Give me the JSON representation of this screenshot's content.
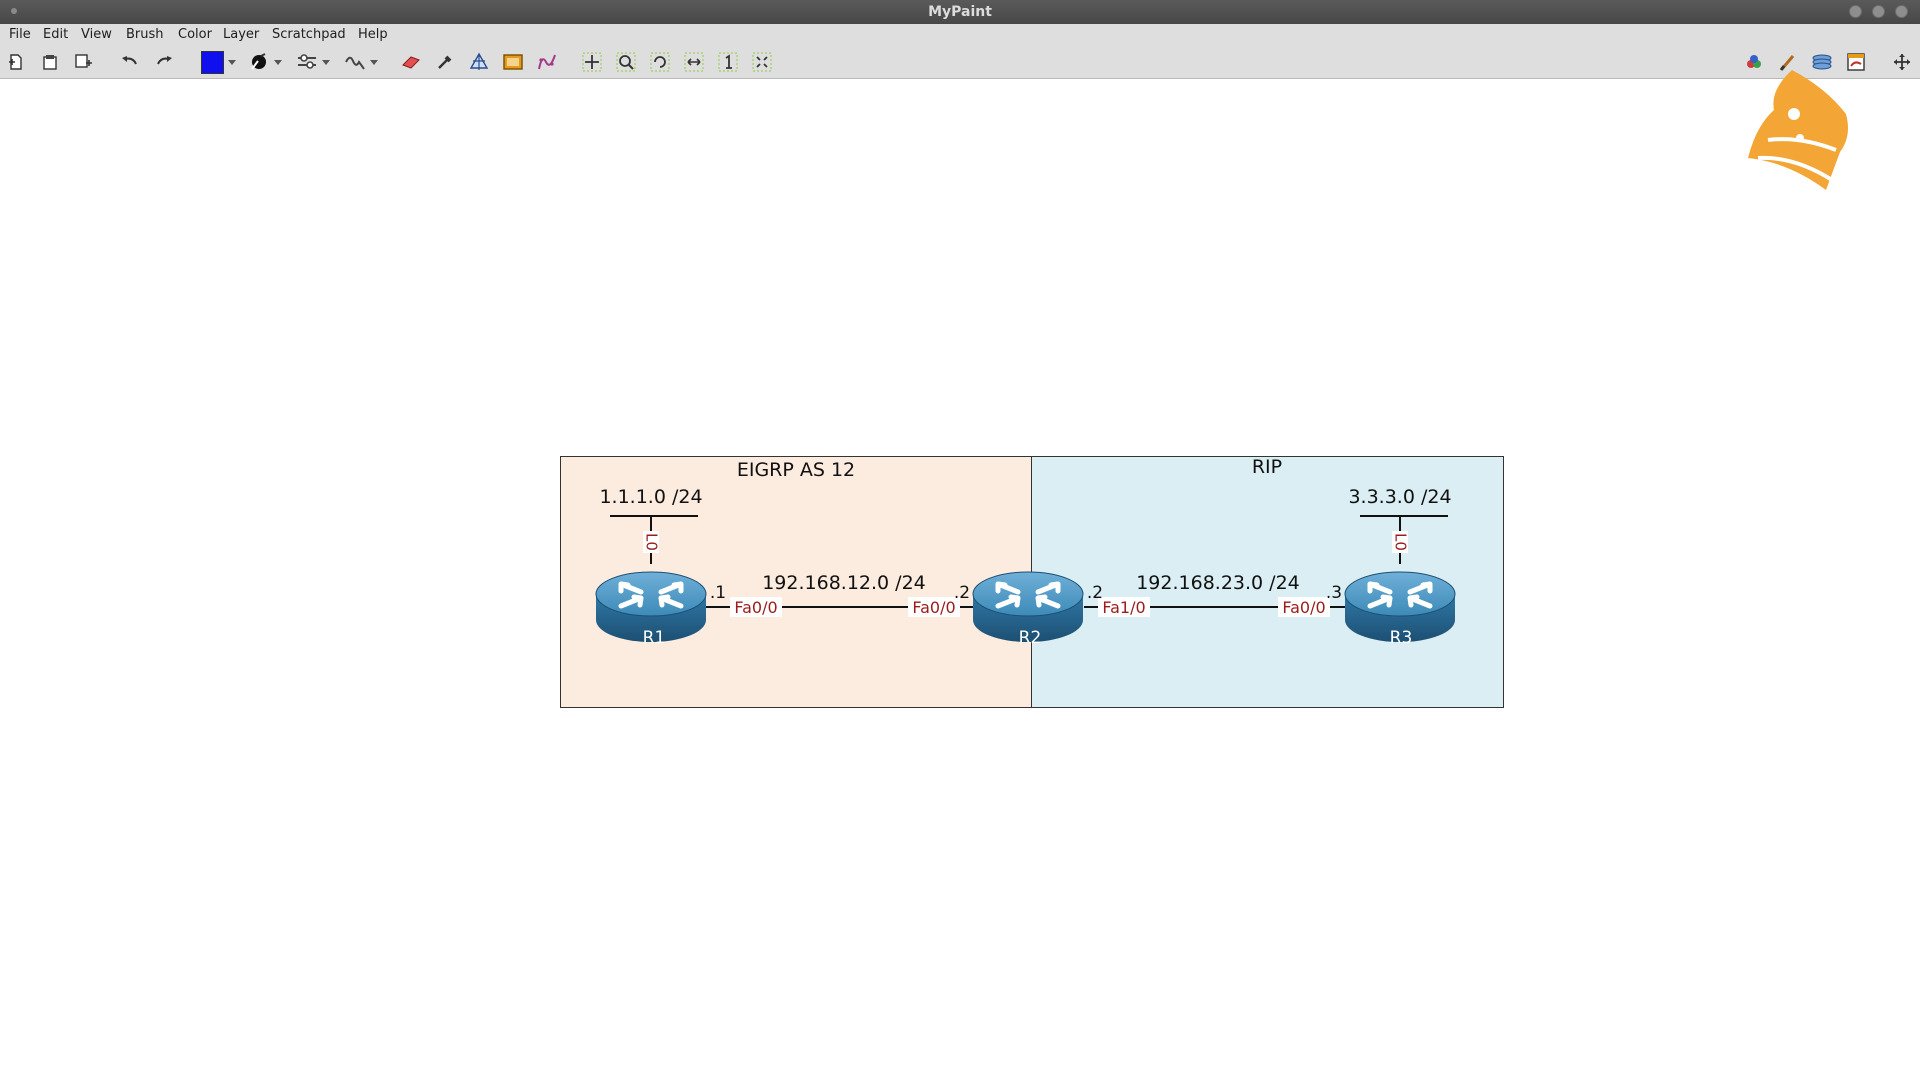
{
  "window": {
    "title": "MyPaint"
  },
  "menu": [
    "File",
    "Edit",
    "View",
    "Brush",
    "Color",
    "Layer",
    "Scratchpad",
    "Help"
  ],
  "toolbar": {
    "color_swatch": "#1010ee",
    "icons": [
      "new-document-icon",
      "open-document-icon",
      "save-as-icon",
      "undo-icon",
      "redo-icon",
      "color-swatch",
      "brush-selector-icon",
      "brush-settings-icon",
      "freehand-tool-icon",
      "eraser-icon",
      "color-picker-icon",
      "symmetry-icon",
      "frame-icon",
      "inking-tool-icon",
      "pan-view-icon",
      "zoom-view-icon",
      "rotate-view-icon",
      "mirror-view-icon",
      "reset-view-icon",
      "fit-view-icon",
      "color-panel-icon",
      "brush-panel-icon",
      "layers-panel-icon",
      "scratchpad-panel-icon",
      "fullscreen-icon"
    ]
  },
  "diagram": {
    "zone_left": {
      "label": "EIGRP AS 12",
      "color": "#fcebdf"
    },
    "zone_right": {
      "label": "RIP",
      "color": "#dbeef4"
    },
    "routers": [
      "R1",
      "R2",
      "R3"
    ],
    "networks": {
      "r1_loopback": "1.1.1.0 /24",
      "r3_loopback": "3.3.3.0 /24",
      "link_r1_r2": "192.168.12.0 /24",
      "link_r2_r3": "192.168.23.0 /24"
    },
    "interfaces": {
      "r1_lo": "L0",
      "r3_lo": "L0",
      "r1_fa": "Fa0/0",
      "r2_fa_left": "Fa0/0",
      "r2_fa_right": "Fa1/0",
      "r3_fa": "Fa0/0"
    },
    "hosts": {
      "r1_link": ".1",
      "r2_left": ".2",
      "r2_right": ".2",
      "r3_link": ".3"
    },
    "interface_color": "#9b1c1c",
    "router_color": "#3d8ab8"
  }
}
